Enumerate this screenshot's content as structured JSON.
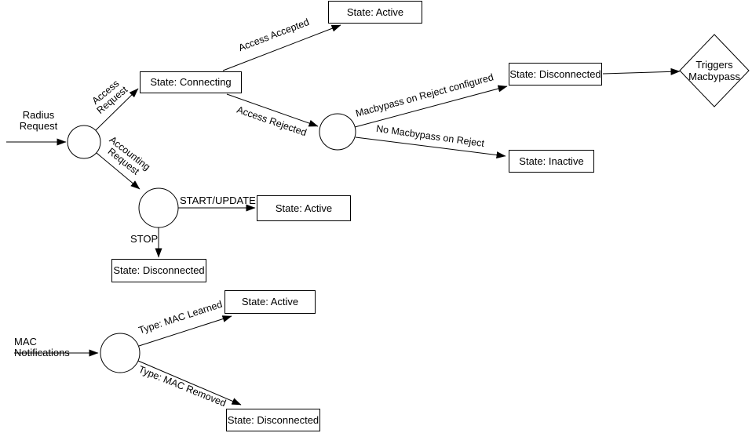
{
  "colors": {
    "stroke": "#000000",
    "node_fill": "#ffffff",
    "text": "#000000"
  },
  "inputs": {
    "radius_request": "Radius\nRequest",
    "mac_notifications": "MAC Notifications"
  },
  "edge_labels": {
    "access_request": "Access\nRequest",
    "access_accepted": "Access Accepted",
    "access_rejected": "Access Rejected",
    "accounting_request": "Accounting\nRequest",
    "start_update": "START/UPDATE",
    "stop": "STOP",
    "macbypass_on_reject_configured": "Macbypass on Reject configured",
    "no_macbypass_on_reject": "No Macbypass on Reject",
    "type_mac_learned": "Type: MAC Learned",
    "type_mac_removed": "Type: MAC Removed"
  },
  "states": {
    "access_accepted_result": "State: Active",
    "connecting": "State: Connecting",
    "reject_macbypass_result": "State: Disconnected",
    "reject_no_macbypass_result": "State: Inactive",
    "accounting_start_result": "State: Active",
    "accounting_stop_result": "State: Disconnected",
    "mac_learned_result": "State: Active",
    "mac_removed_result": "State: Disconnected"
  },
  "decisions": {
    "triggers_macbypass": "Triggers\nMacbypass"
  }
}
